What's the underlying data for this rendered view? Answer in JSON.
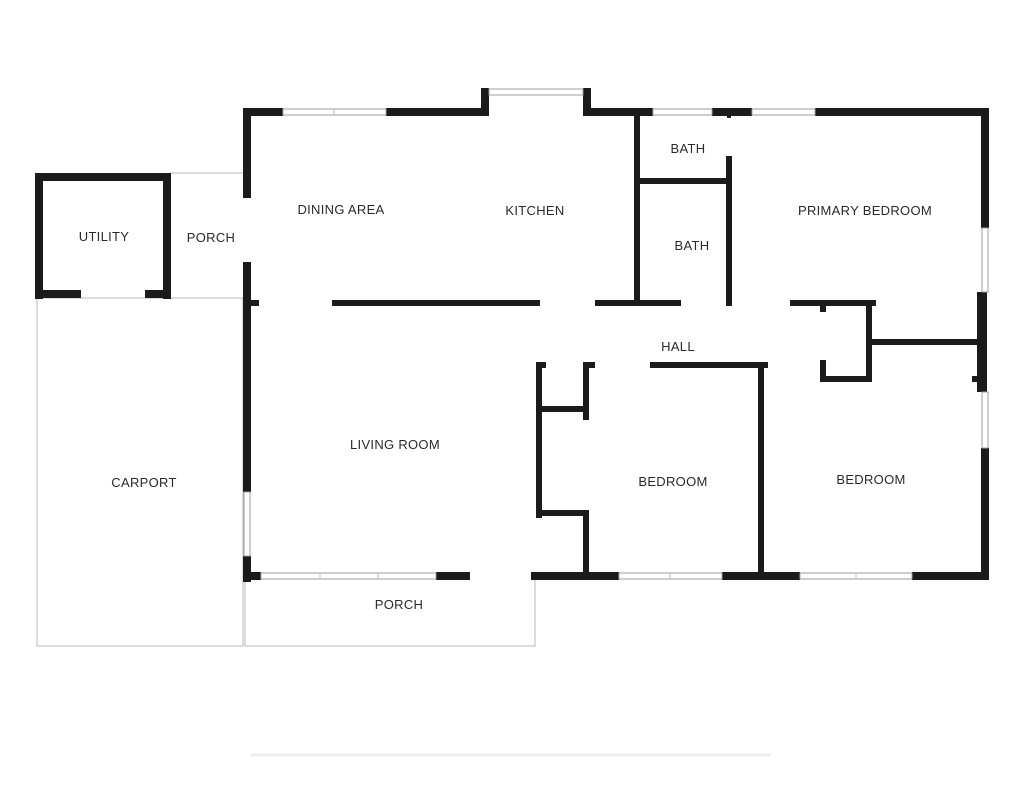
{
  "rooms": {
    "utility": "UTILITY",
    "porch_side": "PORCH",
    "dining_area": "DINING AREA",
    "kitchen": "KITCHEN",
    "bath_upper": "BATH",
    "bath_lower": "BATH",
    "primary_bedroom": "PRIMARY BEDROOM",
    "hall": "HALL",
    "living_room": "LIVING ROOM",
    "carport": "CARPORT",
    "bedroom_center": "BEDROOM",
    "bedroom_right": "BEDROOM",
    "porch_front": "PORCH"
  },
  "colors": {
    "wall": "#1b1b1b",
    "outline": "#b9b9b9",
    "background": "#ffffff"
  }
}
